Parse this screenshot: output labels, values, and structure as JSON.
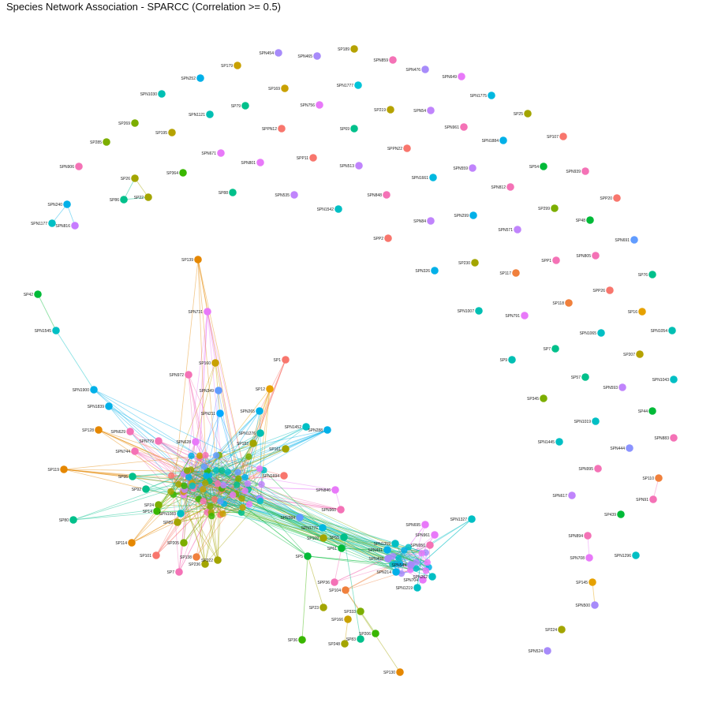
{
  "title": "Species Network Association - SPARCC (Correlation >= 0.5)",
  "network": {
    "edge_opacity": 0.45,
    "nodes": [
      {
        "id": "SPN454",
        "c": "#a78bfa"
      },
      {
        "id": "SPN465",
        "c": "#a78bfa"
      },
      {
        "id": "SP189",
        "c": "#b5a200"
      },
      {
        "id": "SPN859",
        "c": "#f472b6"
      },
      {
        "id": "SPN476",
        "c": "#a78bfa"
      },
      {
        "id": "SPN649",
        "c": "#e879f9"
      },
      {
        "id": "SP179",
        "c": "#c9a100"
      },
      {
        "id": "SPN252",
        "c": "#00b0e8"
      },
      {
        "id": "SP169",
        "c": "#c9a100"
      },
      {
        "id": "SPN1777",
        "c": "#00c4d8"
      },
      {
        "id": "SPN1030",
        "c": "#00bfb3"
      },
      {
        "id": "SP79",
        "c": "#00c08b"
      },
      {
        "id": "SPN756",
        "c": "#e879f9"
      },
      {
        "id": "SP219",
        "c": "#b5a200"
      },
      {
        "id": "SPN54",
        "c": "#c084fc"
      },
      {
        "id": "SPN1775",
        "c": "#00b8e0"
      },
      {
        "id": "SPN1121",
        "c": "#00bfb3"
      },
      {
        "id": "SP25",
        "c": "#a3a500"
      },
      {
        "id": "SP269",
        "c": "#7cae00"
      },
      {
        "id": "SPPN12",
        "c": "#f8766d"
      },
      {
        "id": "SP69",
        "c": "#00c08b"
      },
      {
        "id": "SPN961",
        "c": "#f472b6"
      },
      {
        "id": "SP195",
        "c": "#b5a200"
      },
      {
        "id": "SPN1884",
        "c": "#00b0e8"
      },
      {
        "id": "SP107",
        "c": "#f8766d"
      },
      {
        "id": "SP285",
        "c": "#7cae00"
      },
      {
        "id": "SPN671",
        "c": "#e879f9"
      },
      {
        "id": "SPN801",
        "c": "#e879f9"
      },
      {
        "id": "SPP11",
        "c": "#f8766d"
      },
      {
        "id": "SPPN22",
        "c": "#f8766d"
      },
      {
        "id": "SPN906",
        "c": "#f472b6"
      },
      {
        "id": "SPN513",
        "c": "#c084fc"
      },
      {
        "id": "SP364",
        "c": "#39b600"
      },
      {
        "id": "SP54",
        "c": "#00ba38"
      },
      {
        "id": "SPN559",
        "c": "#c084fc"
      },
      {
        "id": "SPN939",
        "c": "#f472b6"
      },
      {
        "id": "SP26",
        "c": "#a3a500"
      },
      {
        "id": "SPN1661",
        "c": "#00b8e0"
      },
      {
        "id": "SP88",
        "c": "#00c08b"
      },
      {
        "id": "SPN812",
        "c": "#f472b6"
      },
      {
        "id": "SP86",
        "c": "#00c08b"
      },
      {
        "id": "SP22",
        "c": "#a3a500"
      },
      {
        "id": "SPN535",
        "c": "#c084fc"
      },
      {
        "id": "SPN848",
        "c": "#f472b6"
      },
      {
        "id": "SPP20",
        "c": "#f8766d"
      },
      {
        "id": "SPN240",
        "c": "#00b0e8"
      },
      {
        "id": "SPN1542",
        "c": "#00bfc4"
      },
      {
        "id": "SP299",
        "c": "#7cae00"
      },
      {
        "id": "SPN299",
        "c": "#00b0e8"
      },
      {
        "id": "SPN1177",
        "c": "#00bfc4"
      },
      {
        "id": "SPN816",
        "c": "#c77cff"
      },
      {
        "id": "SPN84",
        "c": "#c084fc"
      },
      {
        "id": "SP48",
        "c": "#00ba38"
      },
      {
        "id": "SPN571",
        "c": "#c084fc"
      },
      {
        "id": "SPP2",
        "c": "#f8766d"
      },
      {
        "id": "SPN691",
        "c": "#619cff"
      },
      {
        "id": "SP139",
        "c": "#e58700"
      },
      {
        "id": "SPP1",
        "c": "#f472b6"
      },
      {
        "id": "SPN805",
        "c": "#f472b6"
      },
      {
        "id": "SP230",
        "c": "#a3a500"
      },
      {
        "id": "SPN326",
        "c": "#00b0e8"
      },
      {
        "id": "SP117",
        "c": "#f0803c"
      },
      {
        "id": "SP76",
        "c": "#00c08b"
      },
      {
        "id": "SPP26",
        "c": "#f8766d"
      },
      {
        "id": "SP42",
        "c": "#00ba38"
      },
      {
        "id": "SPN731",
        "c": "#e879f9"
      },
      {
        "id": "SP118",
        "c": "#f0803c"
      },
      {
        "id": "SPN1007",
        "c": "#00bfb3"
      },
      {
        "id": "SP16",
        "c": "#e6a100"
      },
      {
        "id": "SPN791",
        "c": "#e879f9"
      },
      {
        "id": "SPN1065",
        "c": "#00bfc4"
      },
      {
        "id": "SPN1054",
        "c": "#00bfb3"
      },
      {
        "id": "SPN1545",
        "c": "#00bfc4"
      },
      {
        "id": "SP7",
        "c": "#00c08b"
      },
      {
        "id": "SP160",
        "c": "#c9a100"
      },
      {
        "id": "SP1",
        "c": "#f8766d"
      },
      {
        "id": "SP9",
        "c": "#00bfb3"
      },
      {
        "id": "SP207",
        "c": "#b5a200"
      },
      {
        "id": "SPN972",
        "c": "#f472b6"
      },
      {
        "id": "SP57",
        "c": "#00c08b"
      },
      {
        "id": "SPN1043",
        "c": "#00bfc4"
      },
      {
        "id": "SPN1900",
        "c": "#00b0e8"
      },
      {
        "id": "SPN349",
        "c": "#619cff"
      },
      {
        "id": "SP12",
        "c": "#e6a100"
      },
      {
        "id": "SPN593",
        "c": "#c084fc"
      },
      {
        "id": "SP345",
        "c": "#7cae00"
      },
      {
        "id": "SPN1839",
        "c": "#00b0e8"
      },
      {
        "id": "SPN211",
        "c": "#00a9ff"
      },
      {
        "id": "SPN265",
        "c": "#00b0e8"
      },
      {
        "id": "SP44",
        "c": "#00ba38"
      },
      {
        "id": "SPN1019",
        "c": "#00bfc4"
      },
      {
        "id": "SP128",
        "c": "#e58700"
      },
      {
        "id": "SPN629",
        "c": "#f472b6"
      },
      {
        "id": "SPN1452",
        "c": "#00bfc4"
      },
      {
        "id": "SPN288",
        "c": "#00b0e8"
      },
      {
        "id": "SPN883",
        "c": "#f472b6"
      },
      {
        "id": "SPN779",
        "c": "#f472b6"
      },
      {
        "id": "SPN628",
        "c": "#e879f9"
      },
      {
        "id": "SPN1276",
        "c": "#00bfb3"
      },
      {
        "id": "SPN1445",
        "c": "#00bfc4"
      },
      {
        "id": "SPN744",
        "c": "#f472b6"
      },
      {
        "id": "SP183",
        "c": "#a3a500"
      },
      {
        "id": "SP161",
        "c": "#a3a500"
      },
      {
        "id": "SPN444",
        "c": "#8b93ff"
      },
      {
        "id": "SP119",
        "c": "#e58700"
      },
      {
        "id": "SPN995",
        "c": "#f472b6"
      },
      {
        "id": "SP95",
        "c": "#00c08b"
      },
      {
        "id": "SPN1694",
        "c": "#f8766d"
      },
      {
        "id": "SP110",
        "c": "#f0803c"
      },
      {
        "id": "SP92",
        "c": "#00c08b"
      },
      {
        "id": "SPN846",
        "c": "#e879f9"
      },
      {
        "id": "SPN617",
        "c": "#c084fc"
      },
      {
        "id": "SPN91",
        "c": "#f472b6"
      },
      {
        "id": "SPN960",
        "c": "#f472b6"
      },
      {
        "id": "SPN1327",
        "c": "#00bfc4"
      },
      {
        "id": "SP80",
        "c": "#00c08b"
      },
      {
        "id": "SPN384",
        "c": "#619cff"
      },
      {
        "id": "SP439",
        "c": "#00ba38"
      },
      {
        "id": "SPN695",
        "c": "#e879f9"
      },
      {
        "id": "SPN1776",
        "c": "#00b8e0"
      },
      {
        "id": "SPN961b",
        "c": "#e879f9"
      },
      {
        "id": "SP109",
        "c": "#a3a500"
      },
      {
        "id": "SP55",
        "c": "#00c08b"
      },
      {
        "id": "SPN894",
        "c": "#f472b6"
      },
      {
        "id": "SP114",
        "c": "#e58700"
      },
      {
        "id": "SPN1359",
        "c": "#00bfc4"
      },
      {
        "id": "SPN950",
        "c": "#f472b6"
      },
      {
        "id": "SPN1296",
        "c": "#00bfc4"
      },
      {
        "id": "SP205",
        "c": "#7cae00"
      },
      {
        "id": "SPN431",
        "c": "#00b0e8"
      },
      {
        "id": "SPN408",
        "c": "#a78bfa"
      },
      {
        "id": "SPN708",
        "c": "#e879f9"
      },
      {
        "id": "SP101",
        "c": "#f8766d"
      },
      {
        "id": "SP138",
        "c": "#f0803c"
      },
      {
        "id": "SP222",
        "c": "#a3a500"
      },
      {
        "id": "SP5",
        "c": "#00ba38"
      },
      {
        "id": "SPN544",
        "c": "#a78bfa"
      },
      {
        "id": "SP7b",
        "c": "#f472b6"
      },
      {
        "id": "SP236",
        "c": "#a3a500"
      },
      {
        "id": "SPN214",
        "c": "#00b0e8"
      },
      {
        "id": "SPN262",
        "c": "#00bfc4"
      },
      {
        "id": "SP145",
        "c": "#e6a100"
      },
      {
        "id": "SPP36",
        "c": "#f472b6"
      },
      {
        "id": "SP104",
        "c": "#f0803c"
      },
      {
        "id": "SPN704",
        "c": "#e879f9"
      },
      {
        "id": "SPN1219",
        "c": "#00bfc4"
      },
      {
        "id": "SPN500",
        "c": "#a78bfa"
      },
      {
        "id": "SP23",
        "c": "#a3a500"
      },
      {
        "id": "SP333",
        "c": "#7cae00"
      },
      {
        "id": "SP166",
        "c": "#c9a100"
      },
      {
        "id": "SP224",
        "c": "#a3a500"
      },
      {
        "id": "SP206",
        "c": "#39b600"
      },
      {
        "id": "SP36",
        "c": "#39b600"
      },
      {
        "id": "SP83",
        "c": "#00c08b"
      },
      {
        "id": "SP248",
        "c": "#a3a500"
      },
      {
        "id": "SPN524",
        "c": "#a78bfa"
      },
      {
        "id": "SP130",
        "c": "#e58700"
      },
      {
        "id": "SP61",
        "c": "#00ba38"
      },
      {
        "id": "SPN1083",
        "c": "#00bfc4"
      },
      {
        "id": "SP24",
        "c": "#7cae00"
      },
      {
        "id": "SP1b",
        "c": "#39b600"
      },
      {
        "id": "SP89",
        "c": "#a3a500"
      }
    ]
  }
}
